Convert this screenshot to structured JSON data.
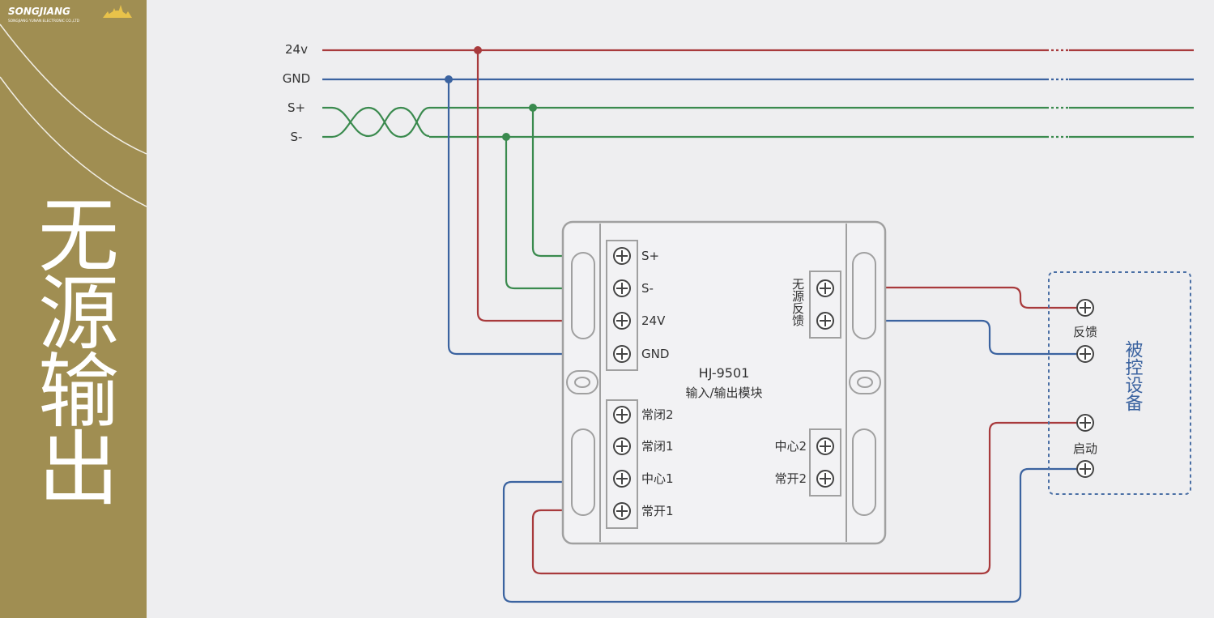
{
  "brand": {
    "name": "SONGJIANG",
    "subtitle": "SONGJIANG YUNAN ELECTRONIC CO.,LTD"
  },
  "title_vertical": "无源输出",
  "bus": {
    "p24v": "24v",
    "gnd": "GND",
    "s_plus": "S+",
    "s_minus": "S-"
  },
  "module": {
    "model": "HJ-9501",
    "name": "输入/输出模块",
    "terminals_left_top": [
      "S+",
      "S-",
      "24V",
      "GND"
    ],
    "terminals_left_bottom": [
      "常闭2",
      "常闭1",
      "中心1",
      "常开1"
    ],
    "terminals_right_top_label": "无源反馈",
    "terminals_right_bottom": [
      "中心2",
      "常开2"
    ]
  },
  "device": {
    "label": "被控设备",
    "feedback": "反馈",
    "start": "启动"
  },
  "colors": {
    "sidebar": "#a08e52",
    "red_wire": "#a83a3c",
    "blue_wire": "#3b63a0",
    "green_wire": "#3a8a4e",
    "module_border": "#a0a0a0",
    "device_border": "#4a6fa5",
    "device_label": "#3b63a0"
  }
}
